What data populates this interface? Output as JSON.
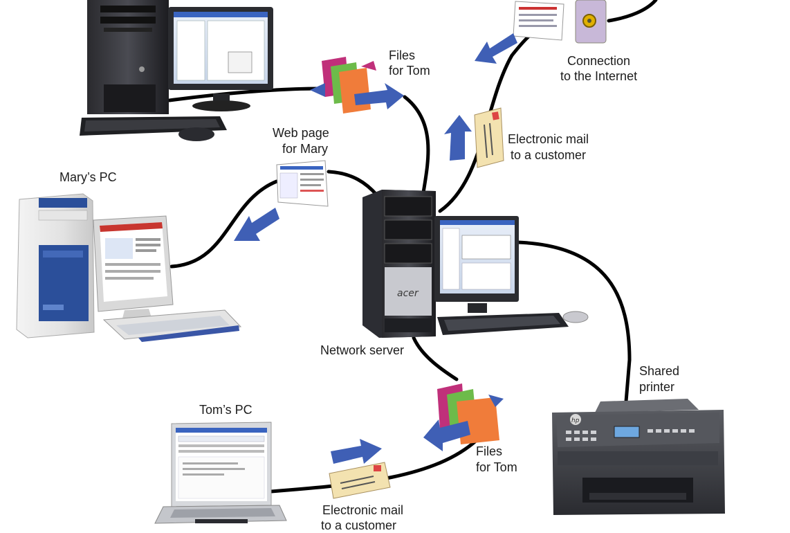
{
  "labels": {
    "files_tom_top": [
      "Files",
      "for Tom"
    ],
    "connection_internet": [
      "Connection",
      "to the Internet"
    ],
    "web_page_mary": [
      "Web page",
      "for Mary"
    ],
    "email_customer_top": [
      "Electronic mail",
      "to a customer"
    ],
    "marys_pc": "Mary’s PC",
    "network_server": "Network server",
    "shared_printer": [
      "Shared",
      "printer"
    ],
    "toms_pc": "Tom’s PC",
    "files_tom_bottom": [
      "Files",
      "for Tom"
    ],
    "email_customer_bottom": [
      "Electronic mail",
      "to a customer"
    ]
  },
  "server_brand": "acer",
  "printer_brand": "hp",
  "colors": {
    "cable": "#000000",
    "arrow_blue": "#3f5fb5",
    "folder_magenta": "#c0307a",
    "folder_green": "#6dbb4a",
    "folder_orange": "#f07c3a",
    "envelope": "#f3e2b0"
  }
}
